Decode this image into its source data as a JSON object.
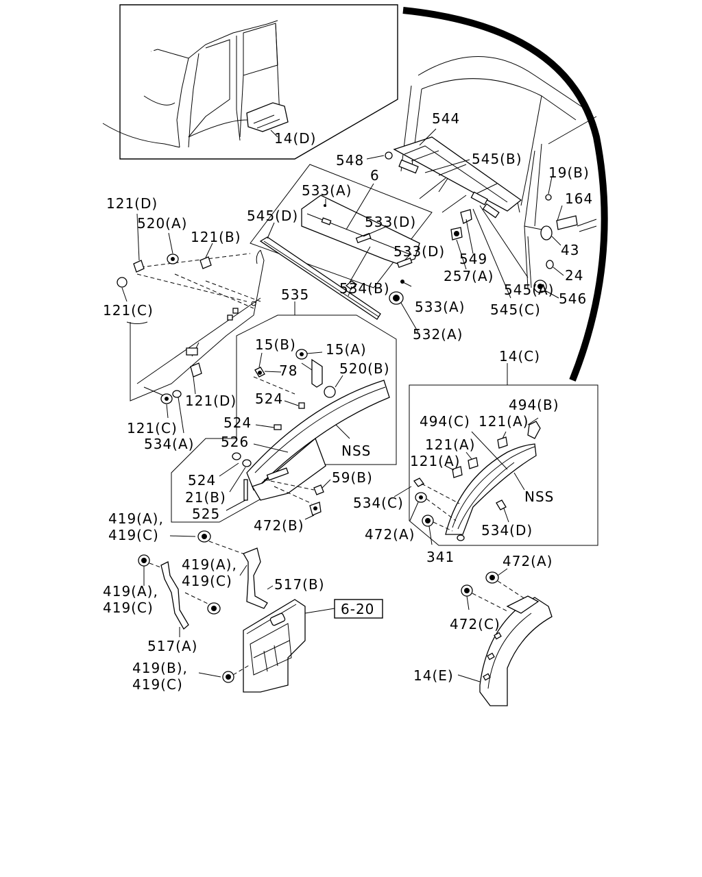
{
  "labels": {
    "l_14D": "14(D)",
    "l_544": "544",
    "l_548": "548",
    "l_545B": "545(B)",
    "l_6": "6",
    "l_533A_top": "533(A)",
    "l_19B": "19(B)",
    "l_164": "164",
    "l_121D_top": "121(D)",
    "l_545D": "545(D)",
    "l_533D_a": "533(D)",
    "l_520A": "520(A)",
    "l_121B": "121(B)",
    "l_533D_b": "533(D)",
    "l_43": "43",
    "l_549": "549",
    "l_257A": "257(A)",
    "l_24": "24",
    "l_534B": "534(B)",
    "l_545A": "545(A)",
    "l_546": "546",
    "l_535": "535",
    "l_121C_top": "121(C)",
    "l_533A_bot": "533(A)",
    "l_545C": "545(C)",
    "l_532A": "532(A)",
    "l_15B": "15(B)",
    "l_15A": "15(A)",
    "l_78": "78",
    "l_520B": "520(B)",
    "l_14C": "14(C)",
    "l_524_a": "524",
    "l_121D_bot": "121(D)",
    "l_494B": "494(B)",
    "l_524_b": "524",
    "l_494C": "494(C)",
    "l_121A_a": "121(A)",
    "l_121C_bot": "121(C)",
    "l_526": "526",
    "l_121A_b": "121(A)",
    "l_534A": "534(A)",
    "l_NSS_a": "NSS",
    "l_121A_c": "121(A)",
    "l_524_c": "524",
    "l_59B": "59(B)",
    "l_21B": "21(B)",
    "l_NSS_b": "NSS",
    "l_534C": "534(C)",
    "l_525": "525",
    "l_419A_a": "419(A),",
    "l_472B": "472(B)",
    "l_472A_a": "472(A)",
    "l_534D": "534(D)",
    "l_419C_a": "419(C)",
    "l_341": "341",
    "l_419A_b": "419(A),",
    "l_472A_b": "472(A)",
    "l_419C_b": "419(C)",
    "l_517B": "517(B)",
    "l_419A_c": "419(A),",
    "l_419C_c": "419(C)",
    "l_6_20": "6-20",
    "l_472C": "472(C)",
    "l_517A": "517(A)",
    "l_419B": "419(B),",
    "l_14E": "14(E)",
    "l_419C_d": "419(C)"
  }
}
